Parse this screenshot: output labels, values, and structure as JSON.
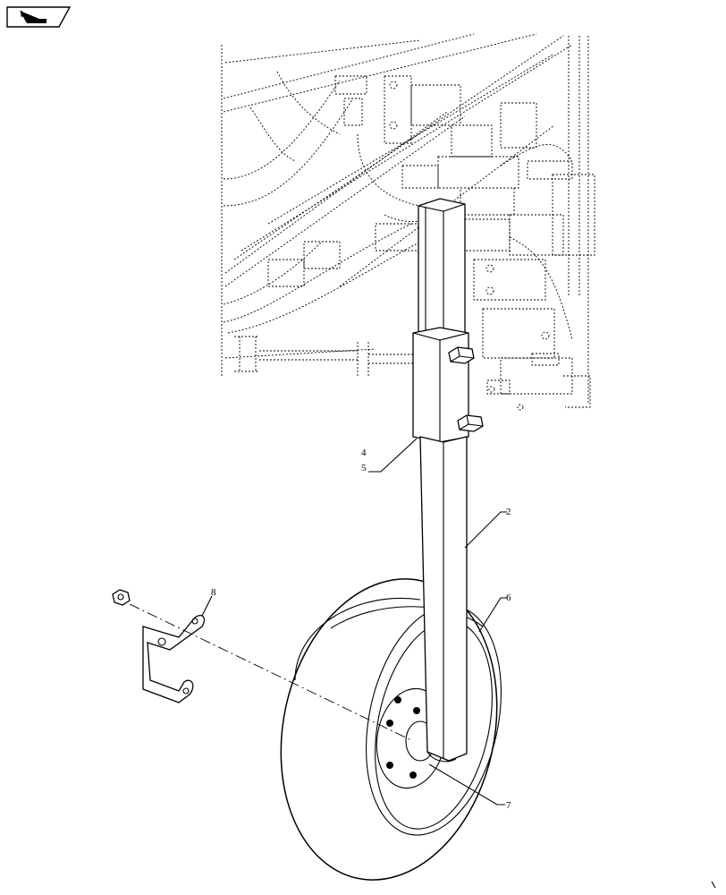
{
  "nav": {
    "icon": "previous-page-arrow-icon"
  },
  "callouts": {
    "c2": "2",
    "c4": "4",
    "c5": "5",
    "c6": "6",
    "c7": "7",
    "c8": "8"
  }
}
